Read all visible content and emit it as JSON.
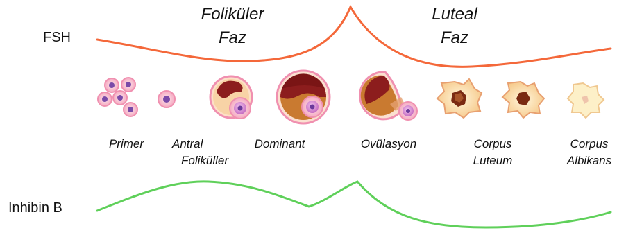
{
  "labels": {
    "fsh": "FSH",
    "inhibin": "Inhibin B"
  },
  "phases": {
    "follicular": {
      "line1": "Foliküler",
      "line2": "Faz"
    },
    "luteal": {
      "line1": "Luteal",
      "line2": "Faz"
    }
  },
  "stages": [
    {
      "line1": "Primer",
      "line2": ""
    },
    {
      "line1": "Antral",
      "line2": "Foliküller"
    },
    {
      "line1": "Dominant",
      "line2": ""
    },
    {
      "line1": "Ovülasyon",
      "line2": ""
    },
    {
      "line1": "Corpus",
      "line2": "Luteum"
    },
    {
      "line1": "Corpus",
      "line2": "Albikans"
    }
  ],
  "colors": {
    "fsh_curve": "#f4683a",
    "inhibin_curve": "#5fd05a",
    "follicle_ring": "#f090b0",
    "oocyte": "#d98cd6",
    "oocyte_nucleus": "#6a3a9a",
    "antrum_dark": "#8c1d1d",
    "granulosa_brown": "#c97a30",
    "luteum_fill": "#fbe3b0",
    "luteum_center": "#7a2a12"
  }
}
